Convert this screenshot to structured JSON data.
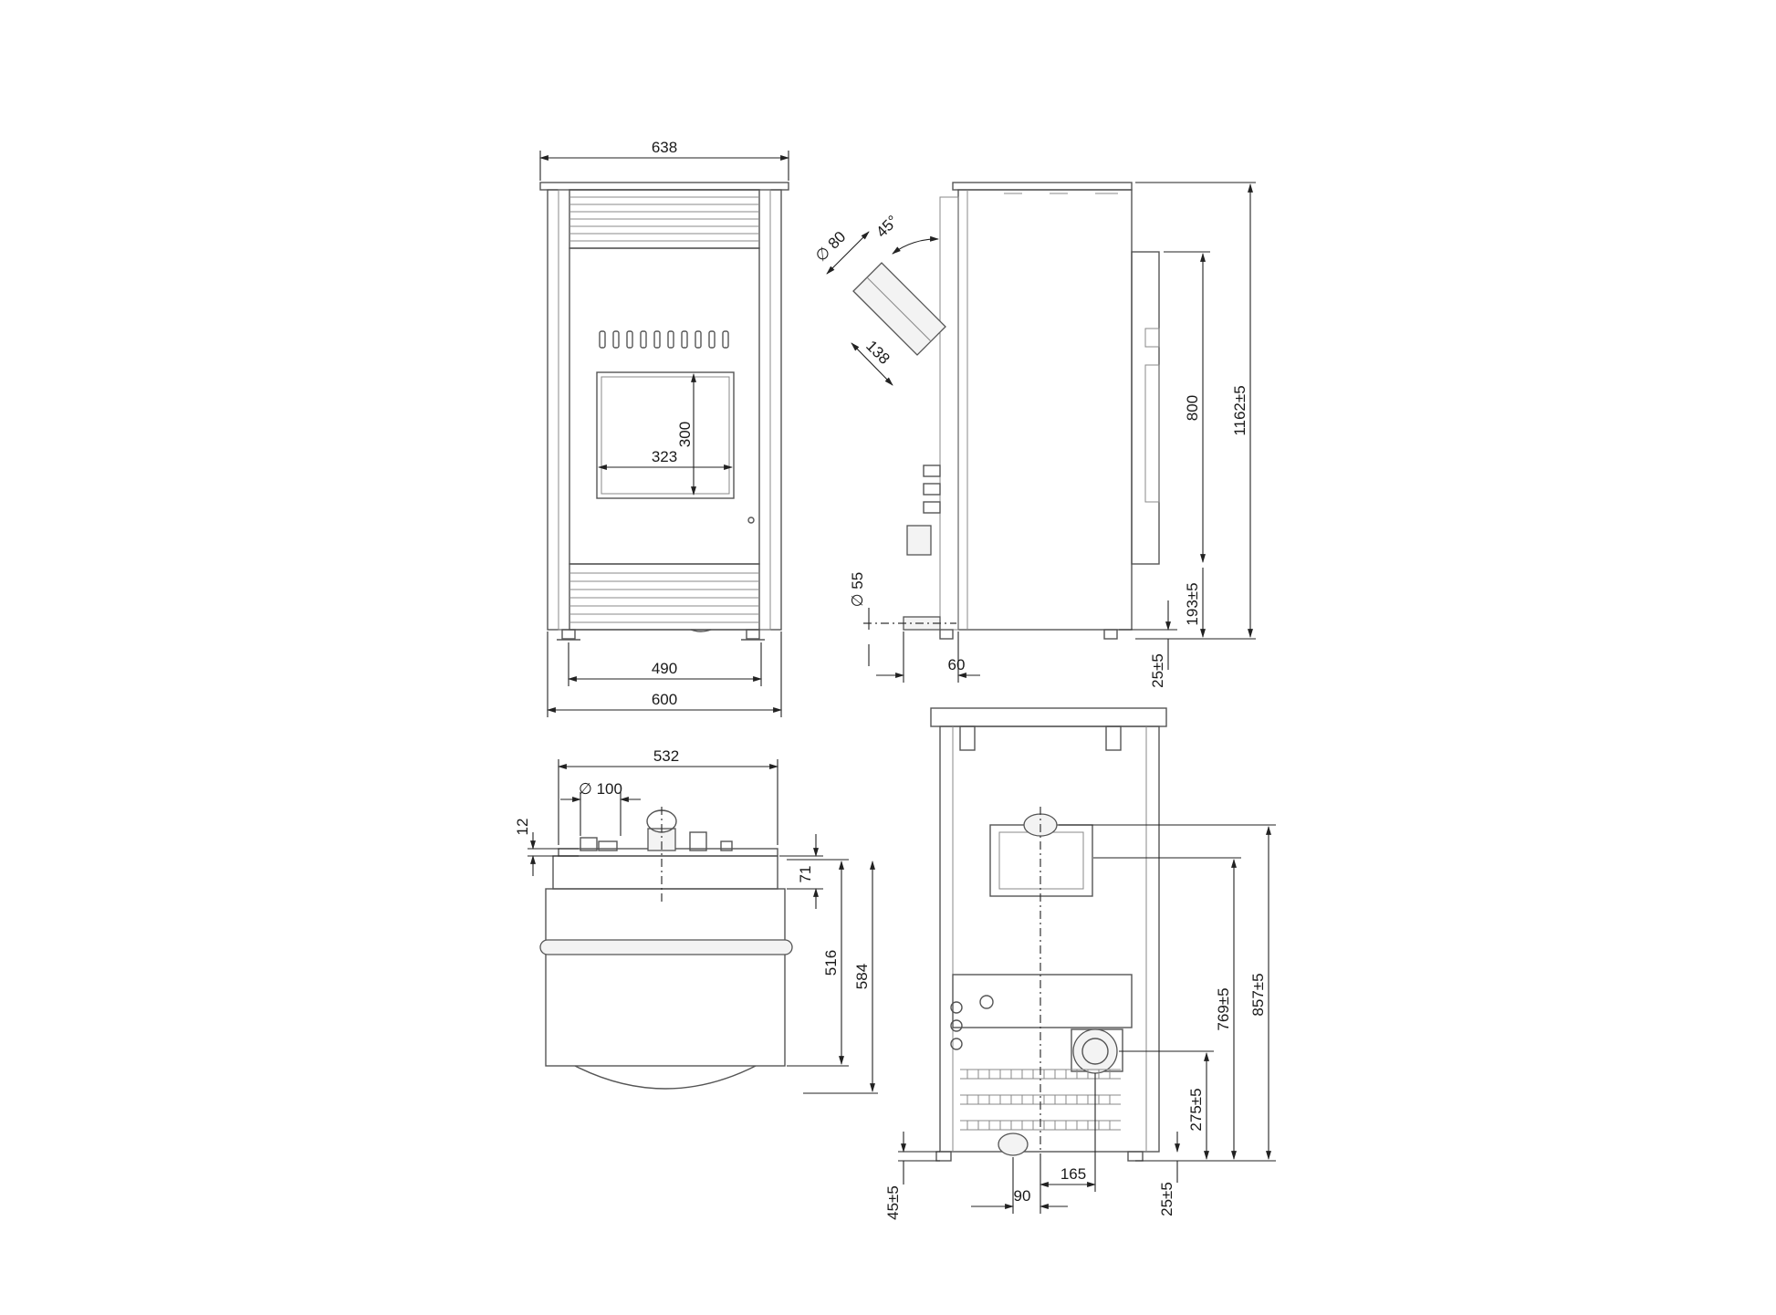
{
  "colors": {
    "line": "#555555",
    "dimension": "#222222",
    "background": "#ffffff"
  },
  "dims": {
    "top_width": "638",
    "window_height": "300",
    "window_width": "323",
    "feet_spacing": "490",
    "body_width": "600",
    "flue_diameter": "∅ 80",
    "flue_angle": "45°",
    "flue_length": "138",
    "height_800": "800",
    "total_height": "1162±5",
    "intake_diameter": "∅ 55",
    "intake_offset": "60",
    "intake_height": "193±5",
    "foot_height": "25±5",
    "depth_532": "532",
    "outlet_diameter": "∅ 100",
    "offset_12": "12",
    "offset_71": "71",
    "depth_516": "516",
    "depth_584": "584",
    "outlet_height_769": "769±5",
    "outlet_height_857": "857±5",
    "outlet_height_275": "275±5",
    "base_45": "45±5",
    "base_25": "25±5",
    "offset_90": "90",
    "offset_165": "165"
  }
}
